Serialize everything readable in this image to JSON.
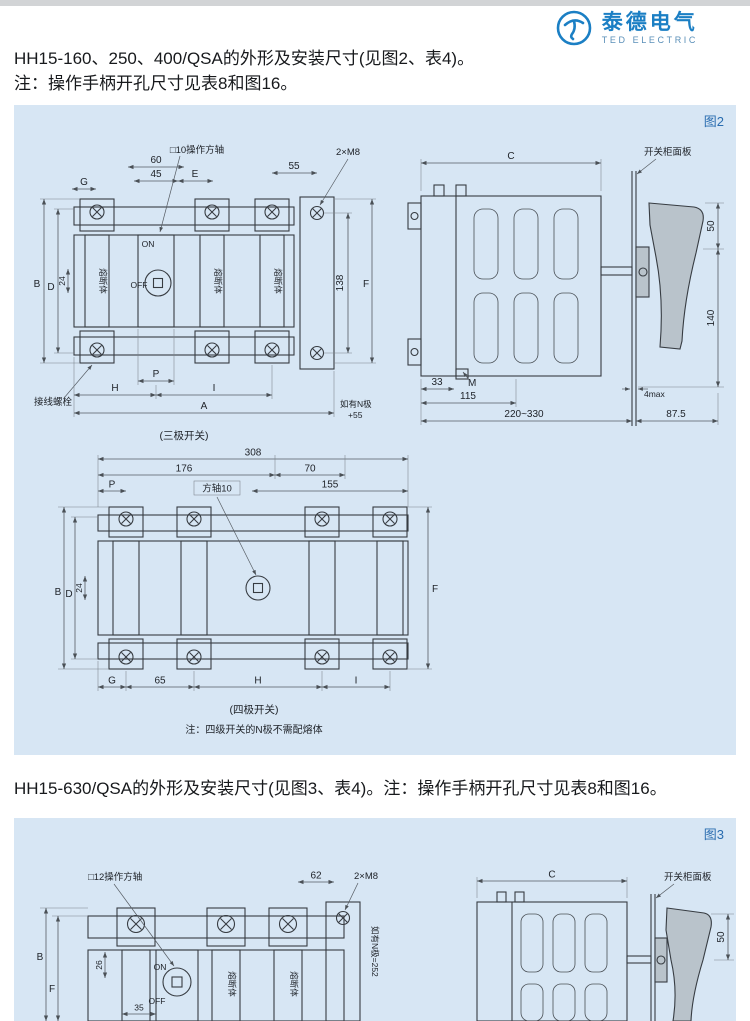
{
  "header": {
    "brand_cn": "泰德电气",
    "brand_en": "TED ELECTRIC"
  },
  "section1": {
    "line1": "HH15-160、250、400/QSA的外形及安装尺寸(见图2、表4)。",
    "line2": "注：操作手柄开孔尺寸见表8和图16。"
  },
  "figure2": {
    "tag": "图2",
    "front3": {
      "shaft": "□10操作方轴",
      "d60": "60",
      "d45": "45",
      "dE": "E",
      "d55": "55",
      "m8": "2×M8",
      "G": "G",
      "on": "ON",
      "off": "OFF",
      "B": "B",
      "D": "D",
      "d24": "24",
      "d138": "138",
      "F": "F",
      "terminal": "接线螺栓",
      "P": "P",
      "H": "H",
      "I": "I",
      "A": "A",
      "n1": "如有N极",
      "n2": "+55",
      "caption": "(三极开关)",
      "fuse": "熔断体"
    },
    "side": {
      "C": "C",
      "panel": "开关柜面板",
      "d50": "50",
      "d140": "140",
      "d33": "33",
      "M": "M",
      "d115": "115",
      "range": "220~330",
      "max4": "4max",
      "d875": "87.5"
    },
    "front4": {
      "d308": "308",
      "d176": "176",
      "d70": "70",
      "shaft": "方轴10",
      "d155": "155",
      "P": "P",
      "d24": "24",
      "B": "B",
      "D": "D",
      "F": "F",
      "G": "G",
      "d65": "65",
      "H": "H",
      "I": "I",
      "caption": "(四极开关)",
      "note": "注：四级开关的N极不需配熔体"
    }
  },
  "section2": {
    "heading": "HH15-630/QSA的外形及安装尺寸(见图3、表4)。注：操作手柄开孔尺寸见表8和图16。"
  },
  "figure3": {
    "tag": "图3",
    "front": {
      "shaft": "□12操作方轴",
      "d62": "62",
      "m8": "2×M8",
      "B": "B",
      "F": "F",
      "d26": "26",
      "d35": "35",
      "on": "ON",
      "off": "OFF",
      "n": "如有N极=252",
      "fuse": "熔断体"
    },
    "side": {
      "C": "C",
      "panel": "开关柜面板",
      "d50": "50"
    }
  }
}
